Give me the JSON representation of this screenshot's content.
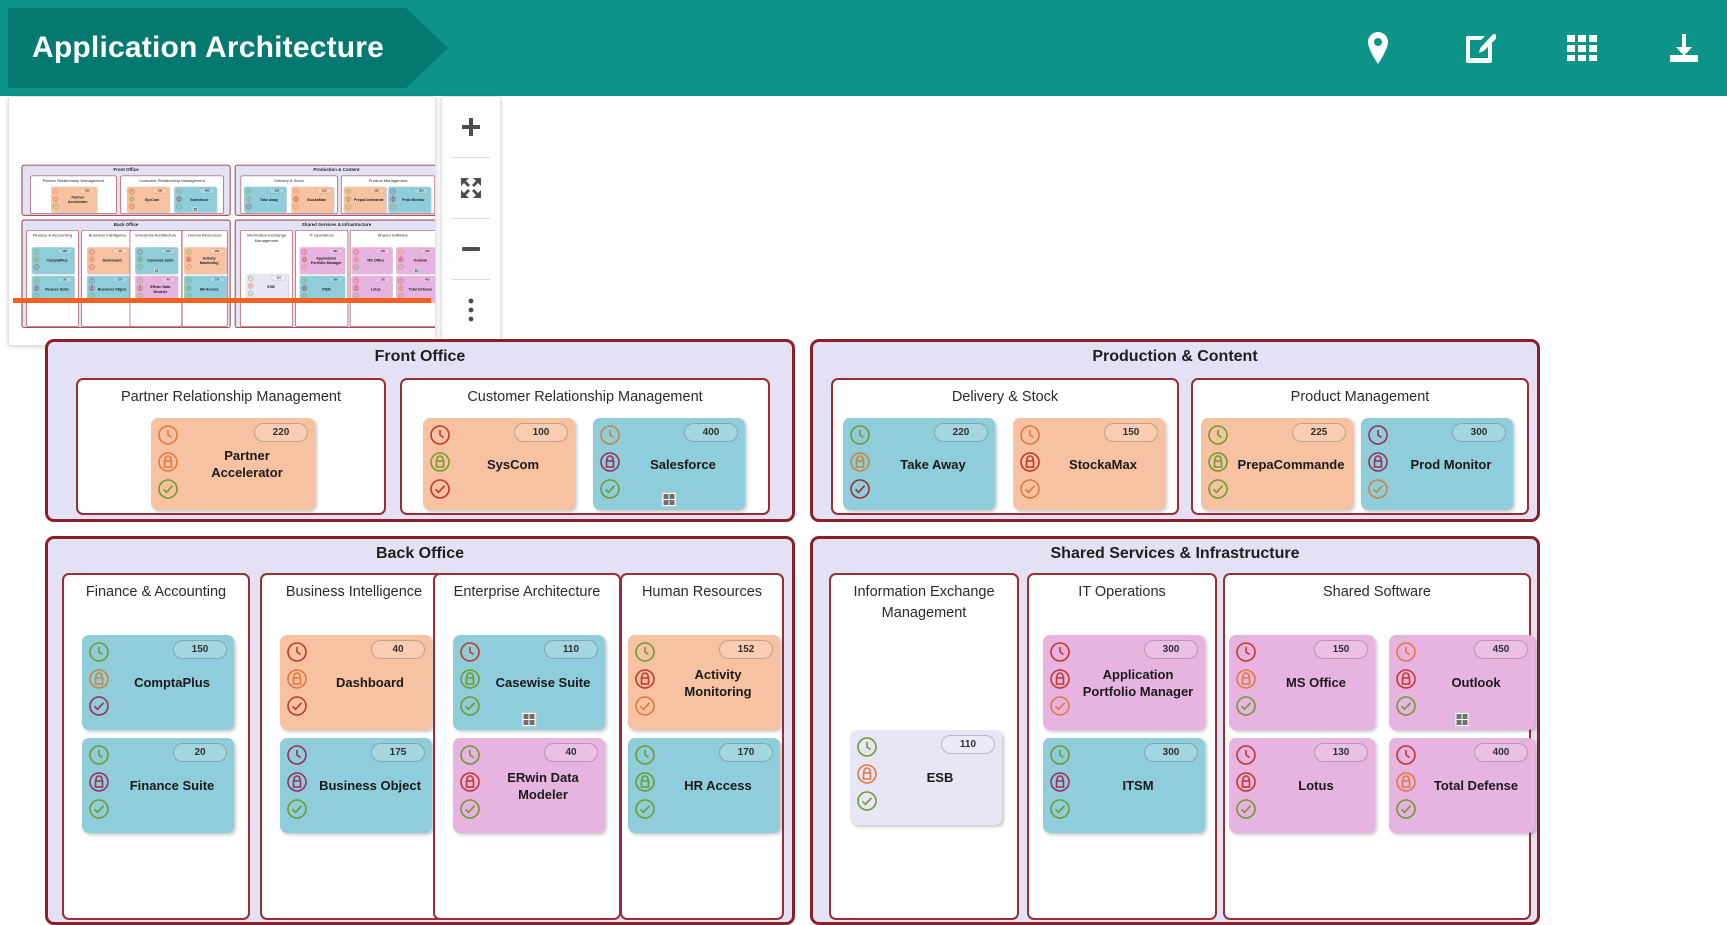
{
  "header": {
    "title": "Application Architecture",
    "icons": [
      {
        "name": "location-pin-icon",
        "label": "Locate"
      },
      {
        "name": "edit-pencil-icon",
        "label": "Edit"
      },
      {
        "name": "grid-apps-icon",
        "label": "Apps"
      },
      {
        "name": "download-icon",
        "label": "Download"
      }
    ]
  },
  "zoom_controls": [
    {
      "name": "zoom-in-button",
      "label": "+"
    },
    {
      "name": "fit-to-screen-button",
      "label": "Fit"
    },
    {
      "name": "zoom-out-button",
      "label": "-"
    },
    {
      "name": "more-options-button",
      "label": "More"
    }
  ],
  "minimap": {
    "name": "minimap-overview",
    "viewport_line_color": "#f4601e"
  },
  "colors": {
    "header_bg": "#0c9488",
    "header_chevron": "#03796f",
    "domain_border": "#8c1f28",
    "domain_fill": "#e3e2f4",
    "subgroup_border": "#9b2d35",
    "app_orange": "#f7c2a1",
    "app_blue": "#8fcdda",
    "app_pink": "#e7b3e0",
    "app_pale": "#e7e6f6",
    "viewport_line": "#f4601e"
  },
  "diagram": {
    "domains": [
      {
        "title": "Front Office",
        "subgroups": [
          {
            "title": "Partner Relationship Management",
            "apps": [
              {
                "name": "Partner Accelerator",
                "badge": "220",
                "color": "c-orange",
                "grid_marker": false,
                "status": [
                  "#e07a3c",
                  "#e07a3c",
                  "#6f9b2e"
                ]
              }
            ]
          },
          {
            "title": "Customer Relationship Management",
            "apps": [
              {
                "name": "SysCom",
                "badge": "100",
                "color": "c-orange",
                "grid_marker": false,
                "status": [
                  "#c0392b",
                  "#7a9b2e",
                  "#c0392b"
                ]
              },
              {
                "name": "Salesforce",
                "badge": "400",
                "color": "c-blue",
                "grid_marker": true,
                "status": [
                  "#c8853c",
                  "#9b2d5b",
                  "#6f9b2e"
                ]
              }
            ]
          }
        ]
      },
      {
        "title": "Production & Content",
        "subgroups": [
          {
            "title": "Delivery & Stock",
            "apps": [
              {
                "name": "Take Away",
                "badge": "220",
                "color": "c-blue",
                "grid_marker": false,
                "status": [
                  "#6f9b2e",
                  "#c8853c",
                  "#9b2d35"
                ]
              },
              {
                "name": "StockaMax",
                "badge": "150",
                "color": "c-orange",
                "grid_marker": false,
                "status": [
                  "#e07a3c",
                  "#c0392b",
                  "#e07a3c"
                ]
              }
            ]
          },
          {
            "title": "Product Management",
            "apps": [
              {
                "name": "PrepaCommande",
                "badge": "225",
                "color": "c-orange",
                "grid_marker": false,
                "status": [
                  "#6f9b2e",
                  "#6f9b2e",
                  "#6f9b2e"
                ]
              },
              {
                "name": "Prod Monitor",
                "badge": "300",
                "color": "c-blue",
                "grid_marker": false,
                "status": [
                  "#9b2d5b",
                  "#9b2d5b",
                  "#c8853c"
                ]
              }
            ]
          }
        ]
      },
      {
        "title": "Back Office",
        "subgroups": [
          {
            "title": "Finance & Accounting",
            "apps": [
              {
                "name": "ComptaPlus",
                "badge": "150",
                "color": "c-blue",
                "grid_marker": false,
                "status": [
                  "#6f9b2e",
                  "#c8853c",
                  "#9b2d5b"
                ]
              },
              {
                "name": "Finance Suite",
                "badge": "20",
                "color": "c-blue",
                "grid_marker": false,
                "status": [
                  "#6f9b2e",
                  "#9b2d5b",
                  "#6f9b2e"
                ]
              }
            ]
          },
          {
            "title": "Business Intelligence",
            "apps": [
              {
                "name": "Dashboard",
                "badge": "40",
                "color": "c-orange",
                "grid_marker": false,
                "status": [
                  "#c0392b",
                  "#e07a3c",
                  "#c0392b"
                ]
              },
              {
                "name": "Business Object",
                "badge": "175",
                "color": "c-blue",
                "grid_marker": false,
                "status": [
                  "#9b2d5b",
                  "#9b2d5b",
                  "#6f9b2e"
                ]
              }
            ]
          },
          {
            "title": "Enterprise Architecture",
            "apps": [
              {
                "name": "Casewise Suite",
                "badge": "110",
                "color": "c-blue",
                "grid_marker": true,
                "status": [
                  "#c0392b",
                  "#6f9b2e",
                  "#6f9b2e"
                ]
              },
              {
                "name": "ERwin Data Modeler",
                "badge": "40",
                "color": "c-pink",
                "grid_marker": false,
                "status": [
                  "#6f9b2e",
                  "#c0392b",
                  "#6f9b2e"
                ]
              }
            ]
          },
          {
            "title": "Human Resources",
            "apps": [
              {
                "name": "Activity Monitoring",
                "badge": "152",
                "color": "c-orange",
                "grid_marker": false,
                "status": [
                  "#6f9b2e",
                  "#c0392b",
                  "#e07a3c"
                ]
              },
              {
                "name": "HR Access",
                "badge": "170",
                "color": "c-blue",
                "grid_marker": false,
                "status": [
                  "#6f9b2e",
                  "#6f9b2e",
                  "#6f9b2e"
                ]
              }
            ]
          }
        ]
      },
      {
        "title": "Shared Services & Infrastructure",
        "subgroups": [
          {
            "title": "Information Exchange Management",
            "apps": [
              {
                "name": "ESB",
                "badge": "110",
                "color": "c-pale",
                "grid_marker": false,
                "status": [
                  "#6f9b2e",
                  "#e07a3c",
                  "#6f9b2e"
                ]
              }
            ]
          },
          {
            "title": "IT Operations",
            "apps": [
              {
                "name": "Application Portfolio Manager",
                "badge": "300",
                "color": "c-pink",
                "grid_marker": false,
                "status": [
                  "#c0392b",
                  "#c0392b",
                  "#e07a3c"
                ]
              },
              {
                "name": "ITSM",
                "badge": "300",
                "color": "c-blue",
                "grid_marker": false,
                "status": [
                  "#6f9b2e",
                  "#9b2d5b",
                  "#6f9b2e"
                ]
              }
            ]
          },
          {
            "title": "Shared Software",
            "apps": [
              {
                "name": "MS Office",
                "badge": "150",
                "color": "c-pink",
                "grid_marker": false,
                "status": [
                  "#c0392b",
                  "#e07a3c",
                  "#6f9b2e"
                ]
              },
              {
                "name": "Outlook",
                "badge": "450",
                "color": "c-pink",
                "grid_marker": true,
                "status": [
                  "#e07a3c",
                  "#c0392b",
                  "#6f9b2e"
                ]
              },
              {
                "name": "Lotus",
                "badge": "130",
                "color": "c-pink",
                "grid_marker": false,
                "status": [
                  "#c0392b",
                  "#c0392b",
                  "#6f9b2e"
                ]
              },
              {
                "name": "Total Defense",
                "badge": "400",
                "color": "c-pink",
                "grid_marker": false,
                "status": [
                  "#c0392b",
                  "#e07a3c",
                  "#6f9b2e"
                ]
              }
            ]
          }
        ]
      }
    ]
  }
}
